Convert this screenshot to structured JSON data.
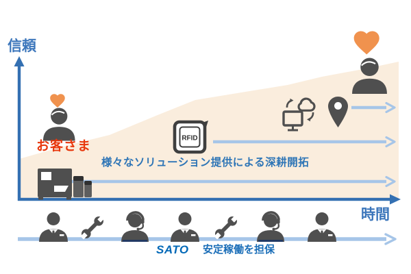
{
  "canvas": {
    "bg": "#ffffff"
  },
  "axes": {
    "y_label": "信頼",
    "x_label": "時間",
    "axis_color": "#3470B2",
    "label_color": "#3C76BB"
  },
  "growth_area": {
    "fill": "#FAEDDD"
  },
  "customer": {
    "label": "お客さま",
    "label_color": "#E8380D",
    "heart_color": "#F0924E",
    "person_color": "#4F4F4F"
  },
  "loyal_customer": {
    "heart_color": "#F0924E",
    "person_color": "#4F4F4F"
  },
  "solution_caption": {
    "text": "様々なソリューション提供による深耕開拓",
    "color": "#2E75B6"
  },
  "milestones": [
    {
      "icon": "label-printer",
      "has_arrow": true
    },
    {
      "icon": "rfid-tag",
      "label": "RFID",
      "has_arrow": true
    },
    {
      "icon": "cloud-computer-sync",
      "has_arrow": false
    },
    {
      "icon": "map-pin",
      "has_arrow": true
    }
  ],
  "service_row": {
    "icons": [
      "businessman",
      "wrench",
      "headset-operator",
      "businessman",
      "wrench",
      "headset-operator",
      "businessman"
    ],
    "icon_color": "#4F4F4F",
    "arrow_color": "#A6C5E8"
  },
  "footer": {
    "logo": "SATO",
    "logo_color": "#0068B7",
    "caption": "安定稼働を担保",
    "caption_color": "#1B6EB8"
  }
}
